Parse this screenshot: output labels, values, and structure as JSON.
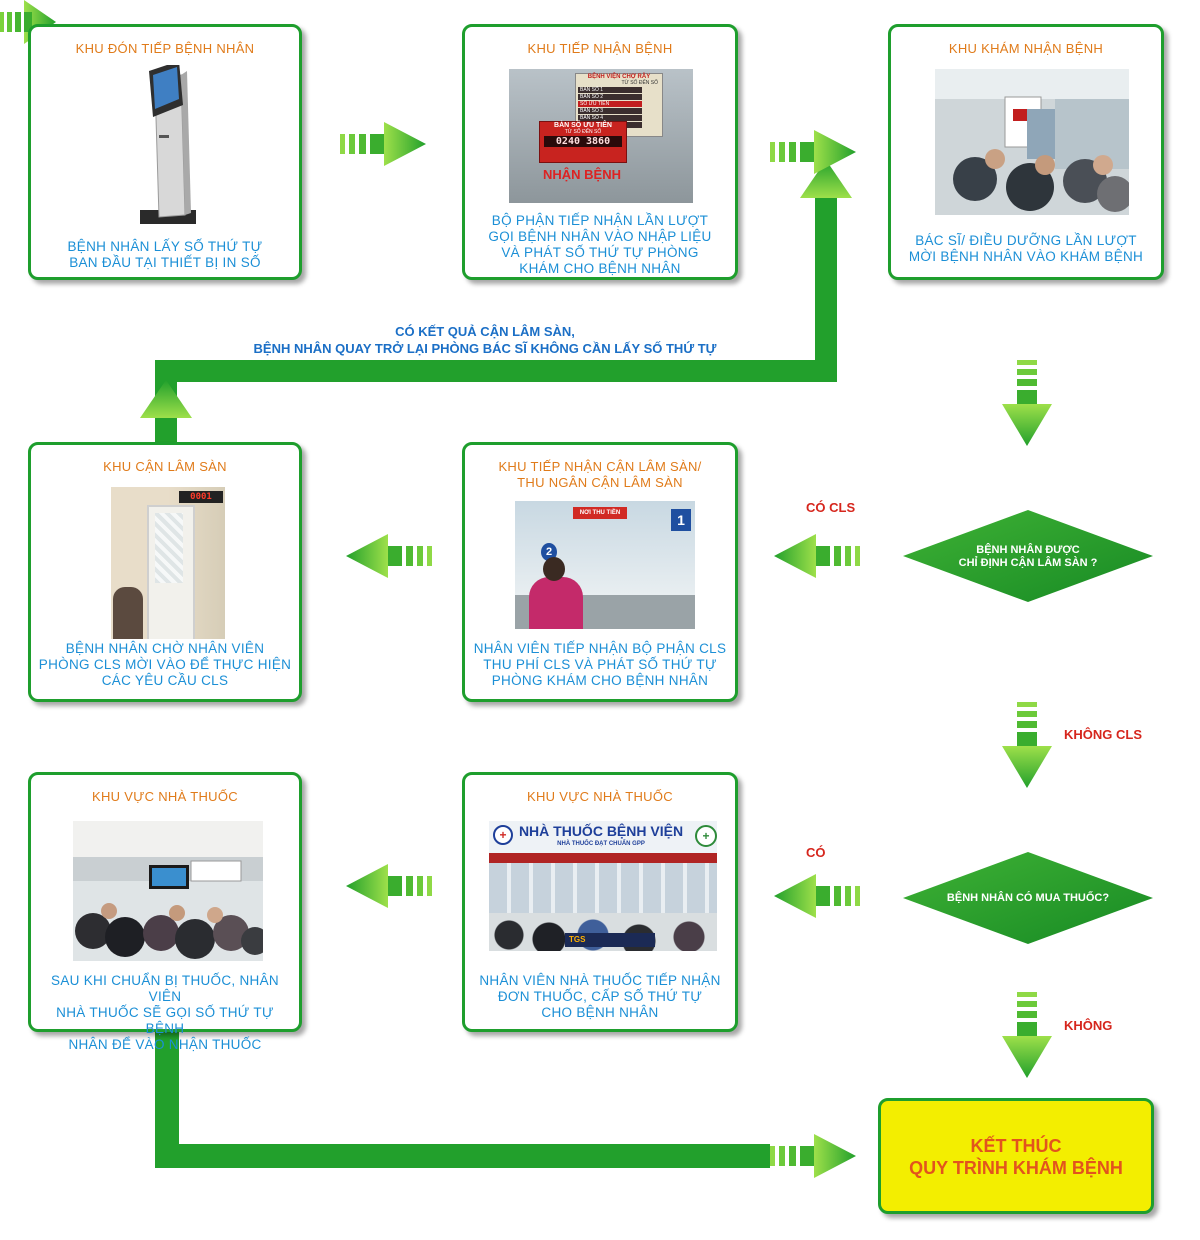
{
  "boxes": {
    "reception": {
      "title": "KHU ĐÓN TIẾP BỆNH NHÂN",
      "desc": "BỆNH NHÂN LẤY SỐ THỨ TỰ\nBAN ĐẦU TẠI THIẾT BỊ IN SỐ"
    },
    "intake": {
      "title": "KHU TIẾP NHẬN BỆNH",
      "desc": "BỘ PHẬN TIẾP NHẬN LẦN LƯỢT\nGỌI BỆNH NHÂN VÀO NHẬP LIỆU\nVÀ PHÁT SỐ THỨ TỰ PHÒNG\nKHÁM CHO BỆNH NHÂN"
    },
    "exam": {
      "title": "KHU KHÁM NHẬN BỆNH",
      "desc": "BÁC SĨ/ ĐIỀU DƯỠNG LẦN LƯỢT\nMỜI BỆNH NHÂN VÀO KHÁM BỆNH"
    },
    "cls": {
      "title": "KHU CẬN LÂM SÀN",
      "desc": "BỆNH NHÂN CHỜ NHÂN VIÊN\nPHÒNG CLS MỜI VÀO ĐỂ THỰC HIỆN\nCÁC YÊU CẦU CLS"
    },
    "cls_cashier": {
      "title": "KHU TIẾP NHẬN CẬN LÂM SÀN/\nTHU NGÂN CẬN LÂM SÀN",
      "desc": "NHÂN VIÊN TIẾP NHẬN BỘ PHẬN CLS\nTHU PHÍ CLS VÀ PHÁT SỐ THỨ TỰ\nPHÒNG KHÁM CHO BỆNH NHÂN"
    },
    "pharmacy_left": {
      "title": "KHU VỰC NHÀ THUỐC",
      "desc": "SAU KHI CHUẨN BỊ THUỐC, NHÂN VIÊN\nNHÀ THUỐC SẼ GỌI SỐ THỨ TỰ BỆNH\nNHÂN ĐỂ VÀO NHẬN THUỐC"
    },
    "pharmacy_mid": {
      "title": "KHU VỰC NHÀ THUỐC",
      "desc": "NHÂN VIÊN NHÀ THUỐC TIẾP NHẬN\nĐƠN THUỐC, CẤP SỐ THỨ TỰ\nCHO BỆNH NHÂN"
    }
  },
  "photo_text": {
    "intake_sign_top": "BỆNH VIỆN CHỢ RẪY",
    "intake_sign_cols": "TỪ SỐ    ĐẾN SỐ",
    "intake_rows": [
      "BÀN SỐ 1",
      "BÀN SỐ 2",
      "SỐ ƯU TIÊN",
      "BÀN SỐ 3",
      "BÀN SỐ 4",
      "BÀN SỐ 5"
    ],
    "intake_priority": "BÀN SỐ ƯU TIÊN",
    "intake_priority_cols": "TỪ SỐ    ĐẾN SỐ",
    "intake_digits": "0240 3860",
    "intake_banner": "NHẬN BỆNH",
    "cls_display": "0001",
    "cashier_sign": "NƠI THU TIỀN",
    "cashier_num1": "1",
    "cashier_num2": "2",
    "pharmacy_banner": "NHÀ THUỐC BỆNH VIỆN",
    "pharmacy_sub": "NHÀ THUỐC ĐẠT CHUẨN GPP",
    "pharmacy_ad": "TGS"
  },
  "labels": {
    "return_caption": "CÓ KẾT QUẢ CẬN LÂM SÀN,\nBỆNH NHÂN QUAY TRỞ LẠI PHÒNG BÁC SĨ KHÔNG CẦN LẤY SỐ THỨ TỰ",
    "co_cls": "CÓ CLS",
    "khong_cls": "KHÔNG CLS",
    "co": "CÓ",
    "khong": "KHÔNG"
  },
  "decisions": {
    "cls_question": "BỆNH NHÂN ĐƯỢC\nCHỈ ĐỊNH CẬN LÂM SÀN ?",
    "medicine_question": "BỆNH NHÂN CÓ MUA THUỐC?"
  },
  "end": {
    "text": "KẾT THÚC\nQUY TRÌNH KHÁM BỆNH"
  },
  "colors": {
    "green": "#1e9e2d",
    "arrow_light": "#7bd23c",
    "arrow_dark": "#2ea52a",
    "title_orange": "#e07b1a",
    "desc_blue": "#1b8fd6",
    "label_red": "#d6261d",
    "end_yellow": "#f3ee00",
    "end_text": "#e2541d"
  }
}
